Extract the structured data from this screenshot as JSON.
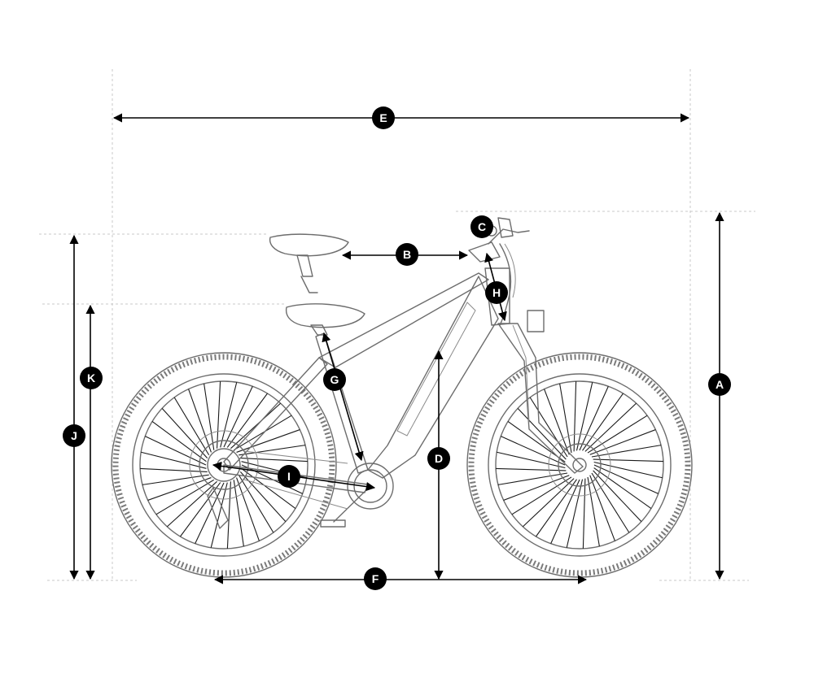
{
  "dimensions": [
    {
      "id": "A",
      "label": "A"
    },
    {
      "id": "B",
      "label": "B"
    },
    {
      "id": "C",
      "label": "C"
    },
    {
      "id": "D",
      "label": "D"
    },
    {
      "id": "E",
      "label": "E"
    },
    {
      "id": "F",
      "label": "F"
    },
    {
      "id": "G",
      "label": "G"
    },
    {
      "id": "H",
      "label": "H"
    },
    {
      "id": "I",
      "label": "I"
    },
    {
      "id": "J",
      "label": "J"
    },
    {
      "id": "K",
      "label": "K"
    }
  ]
}
